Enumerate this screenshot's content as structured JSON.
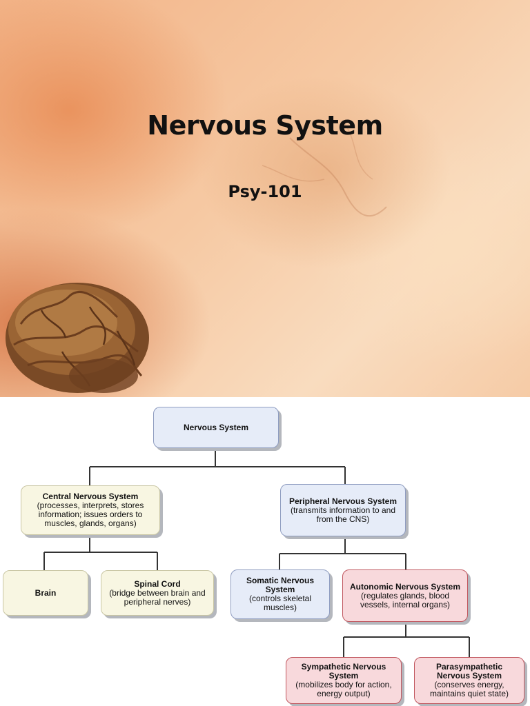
{
  "slide": {
    "title": "Nervous System",
    "subtitle": "Psy-101"
  },
  "diagram": {
    "nodes": {
      "nervous_system": {
        "label": "Nervous System",
        "desc": ""
      },
      "cns": {
        "label": "Central Nervous System",
        "desc": "(processes, interprets, stores information; issues orders to muscles, glands, organs)"
      },
      "pns": {
        "label": "Peripheral Nervous System",
        "desc": "(transmits information to and from the CNS)"
      },
      "brain": {
        "label": "Brain",
        "desc": ""
      },
      "spinal_cord": {
        "label": "Spinal Cord",
        "desc": "(bridge between brain and peripheral nerves)"
      },
      "somatic": {
        "label": "Somatic Nervous System",
        "desc": "(controls skeletal muscles)"
      },
      "autonomic": {
        "label": "Autonomic Nervous System",
        "desc": "(regulates glands, blood vessels, internal organs)"
      },
      "sympathetic": {
        "label": "Sympathetic Nervous System",
        "desc": "(mobilizes body for action, energy output)"
      },
      "parasympathetic": {
        "label": "Parasympathetic Nervous System",
        "desc": "(conserves energy, maintains quiet state)"
      }
    },
    "colors": {
      "central_branch": "#f8f6e2",
      "peripheral_branch": "#e6ecf8",
      "autonomic_branch": "#f8d9dc",
      "connector": "#333333"
    }
  }
}
